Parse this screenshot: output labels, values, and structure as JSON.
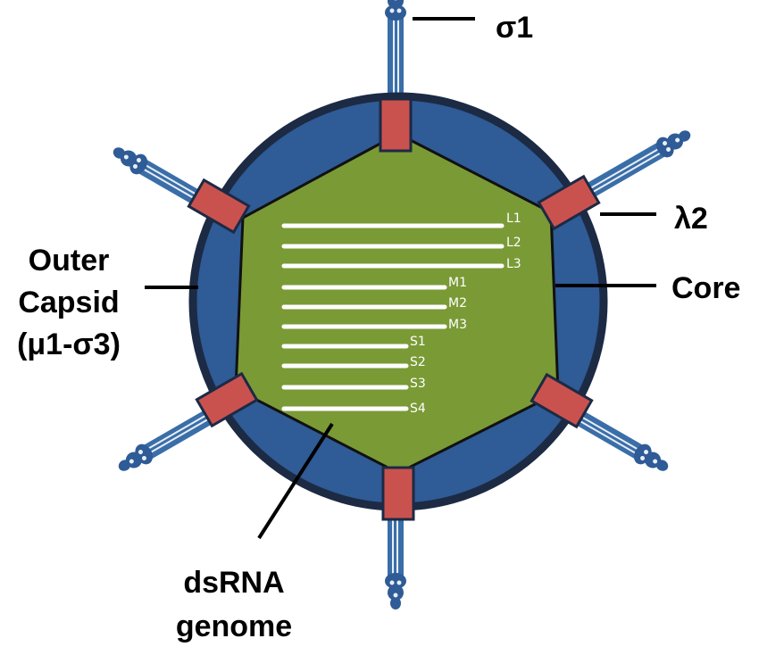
{
  "labels": {
    "sigma1": "σ1",
    "lambda2": "λ2",
    "core": "Core",
    "outer_capsid": [
      "Outer",
      "Capsid",
      "(μ1-σ3)"
    ],
    "genome": [
      "dsRNA",
      "genome"
    ]
  },
  "genome_segments": [
    "L1",
    "L2",
    "L3",
    "M1",
    "M2",
    "M3",
    "S1",
    "S2",
    "S3",
    "S4"
  ],
  "colors": {
    "outer_capsid": "#2f5b96",
    "outer_capsid_edge": "#1c2a44",
    "core": "#7a9a36",
    "turret": "#c9524f",
    "spike": "#3a6ea8",
    "rna": "#ffffff"
  }
}
